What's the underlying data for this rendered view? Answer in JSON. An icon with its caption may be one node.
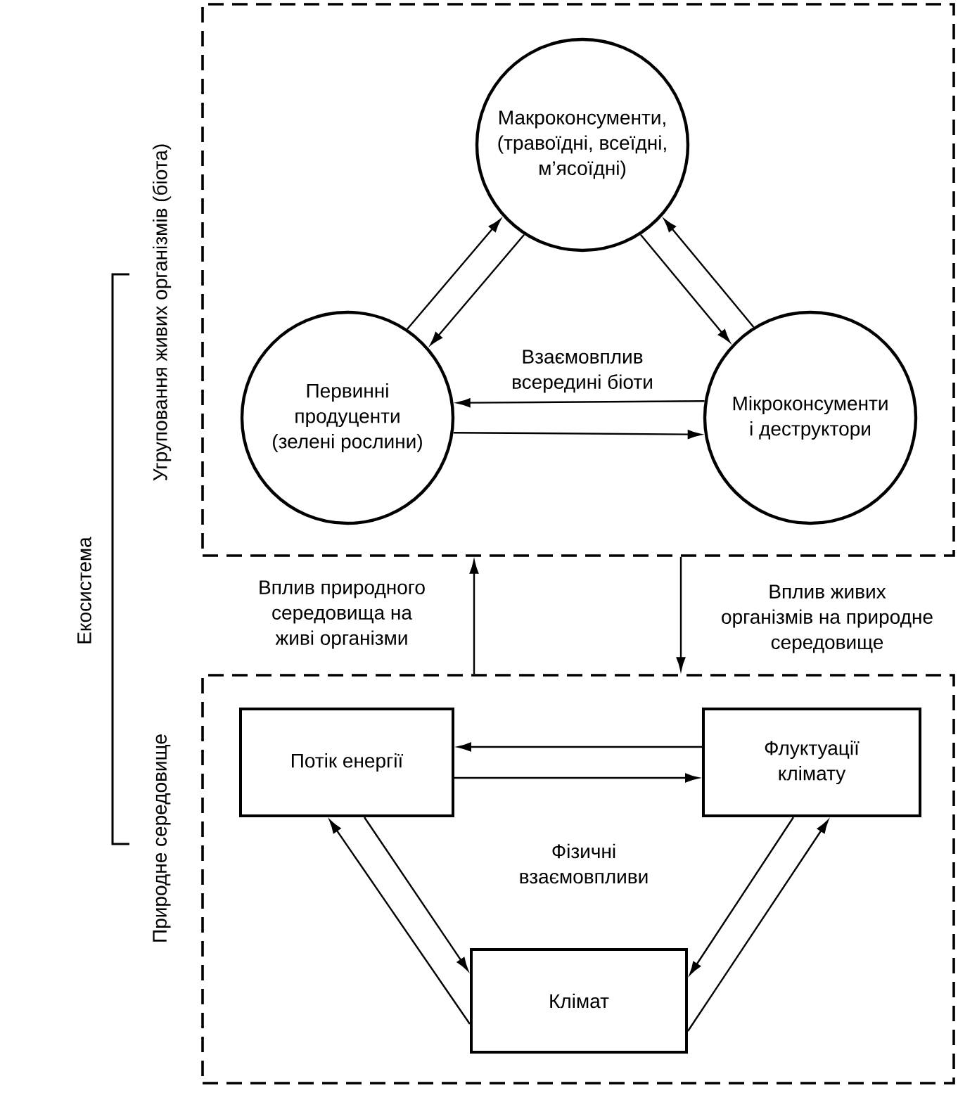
{
  "diagram": {
    "nodes": [
      {
        "text": [
          "Угруповання живих організмів (біота)"
        ]
      },
      {
        "text": [
          "Макроконсументи, (травоїдні, всеїдні, м’ясоїдні)"
        ],
        "in": 0
      },
      {
        "text": [
          "Первинні продуценти (зелені рослини)"
        ],
        "in": 0
      },
      {
        "text": [
          "Мікроконсументи і деструктори"
        ],
        "in": 0
      },
      {
        "text": [
          "Природне середовище"
        ]
      },
      {
        "text": [
          "Потік енергії"
        ],
        "in": 4
      },
      {
        "text": [
          "Флуктуації клімату"
        ],
        "in": 4
      },
      {
        "text": [
          "Клімат"
        ],
        "in": 4
      }
    ],
    "edges": [
      {
        "from": 2,
        "to": 1,
        "arrow": "to"
      },
      {
        "from": 1,
        "to": 2,
        "arrow": "to"
      },
      {
        "from": 1,
        "to": 3,
        "arrow": "to"
      },
      {
        "from": 3,
        "to": 1,
        "arrow": "to"
      },
      {
        "from": 3,
        "to": 2,
        "arrow": "to"
      },
      {
        "from": 2,
        "to": 3,
        "arrow": "to"
      },
      {
        "from": 4,
        "to": 0,
        "arrow": "to",
        "label": "Вплив природного середовища на живі організми"
      },
      {
        "from": 0,
        "to": 4,
        "arrow": "to",
        "label": "Вплив живих організмів на природне середовище"
      },
      {
        "from": 6,
        "to": 5,
        "arrow": "to"
      },
      {
        "from": 5,
        "to": 6,
        "arrow": "to"
      },
      {
        "from": 7,
        "to": 5,
        "arrow": "to"
      },
      {
        "from": 5,
        "to": 7,
        "arrow": "to"
      },
      {
        "from": 6,
        "to": 7,
        "arrow": "to"
      },
      {
        "from": 7,
        "to": 6,
        "arrow": "to"
      }
    ],
    "labels": [
      "Взаємовплив всередині біоти",
      "Екосистема",
      "Фізичні взаємовпливи"
    ]
  }
}
